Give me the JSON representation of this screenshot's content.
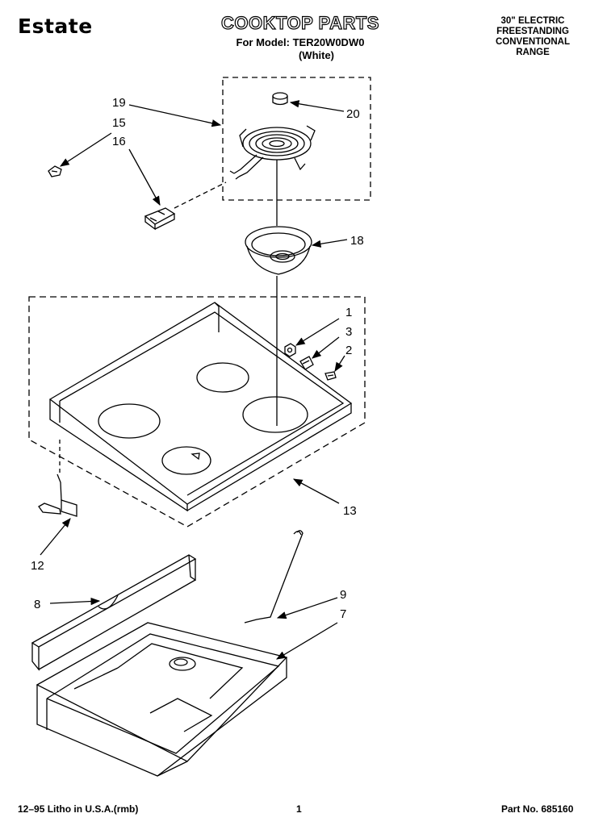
{
  "header": {
    "brand": "Estate",
    "title": "COOKTOP PARTS",
    "model_line": "For Model: TER20W0DW0",
    "color_line": "(White)",
    "desc_lines": [
      "30\" ELECTRIC",
      "FREESTANDING",
      "CONVENTIONAL",
      "RANGE"
    ]
  },
  "callouts": [
    "19",
    "15",
    "16",
    "20",
    "18",
    "1",
    "3",
    "2",
    "13",
    "12",
    "9",
    "8",
    "7"
  ],
  "footer": {
    "print_info": "12–95 Litho in U.S.A.(rmb)",
    "page_number": "1",
    "part_number": "Part No. 685160"
  }
}
